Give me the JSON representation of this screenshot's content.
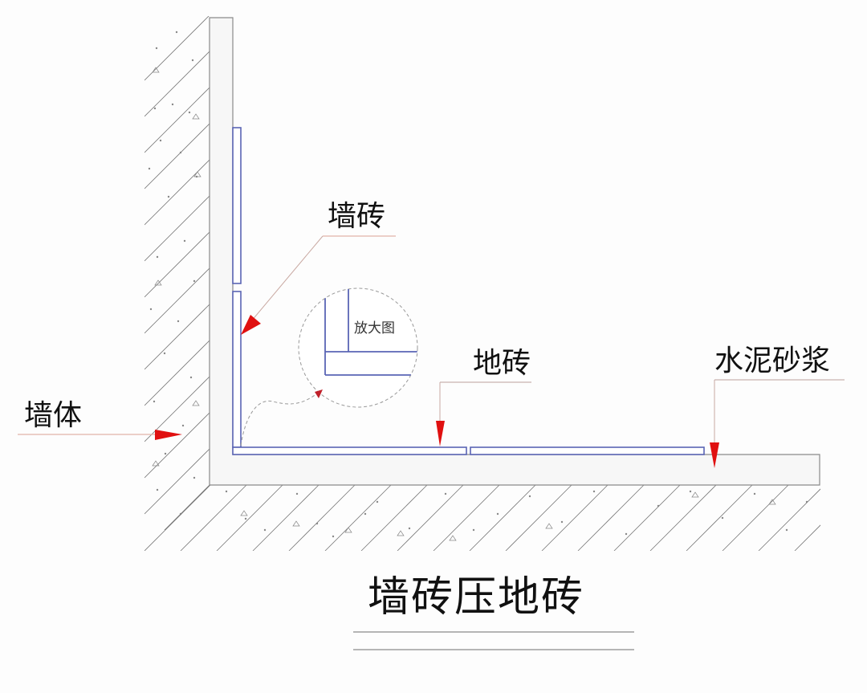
{
  "title": "墙砖压地砖",
  "labels": {
    "wall_tile": "墙砖",
    "wall_body": "墙体",
    "floor_tile": "地砖",
    "mortar": "水泥砂浆",
    "magnified": "放大图"
  },
  "colors": {
    "tile_outline": "#5a64b4",
    "arrow": "#e01010",
    "hatch": "#666666",
    "background": "#fdfdfd"
  }
}
